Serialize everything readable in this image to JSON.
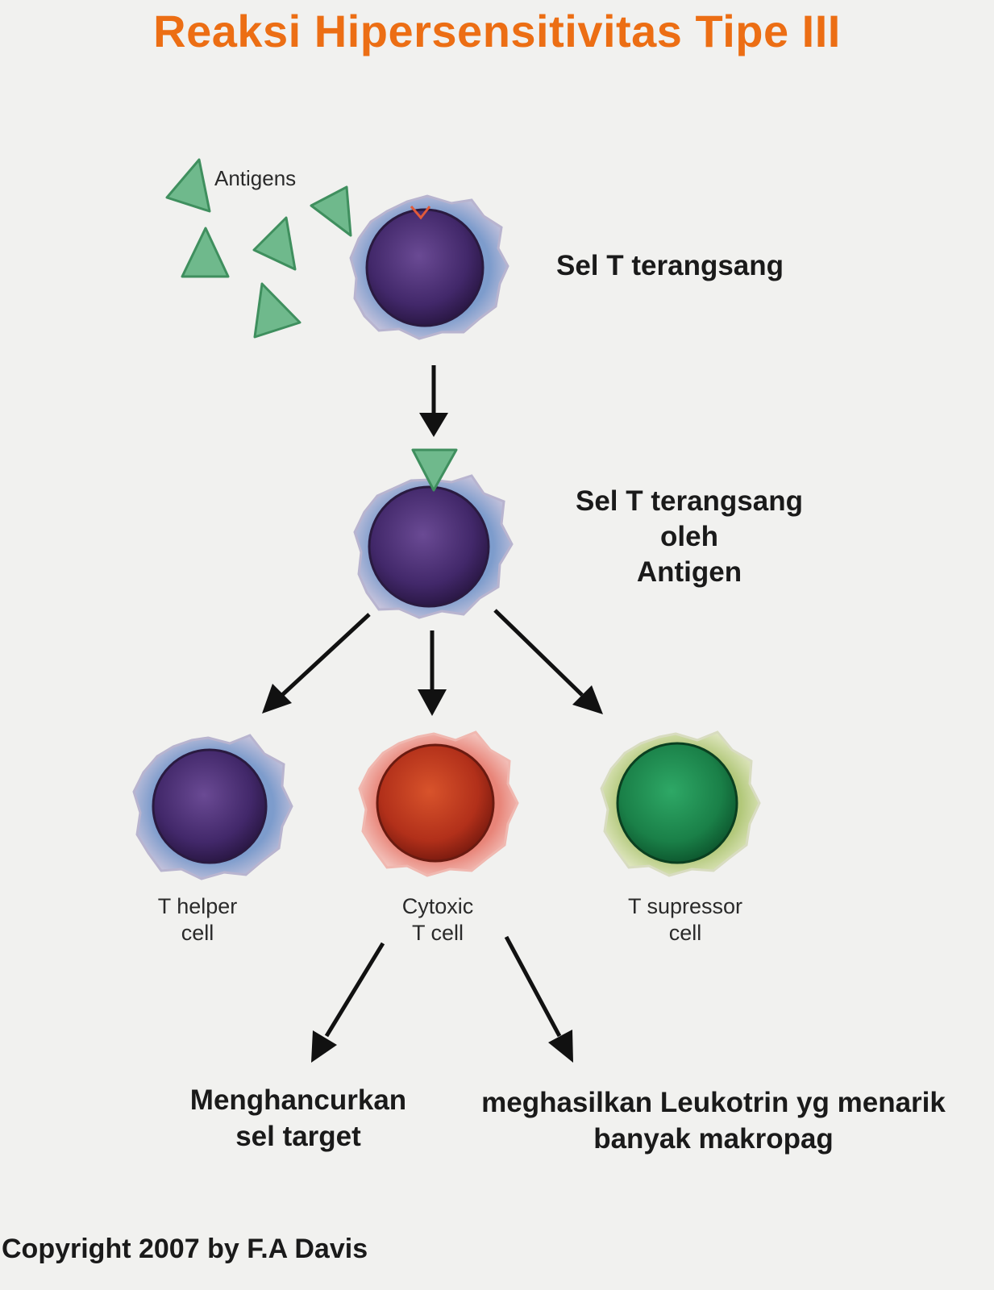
{
  "title": "Reaksi Hipersensitivitas Tipe III",
  "labels": {
    "antigens": "Antigens",
    "stimulated_t_cell": "Sel T terangsang",
    "stimulated_by_antigen": [
      "Sel T terangsang",
      "oleh",
      "Antigen"
    ],
    "t_helper": [
      "T helper",
      "cell"
    ],
    "cytotoxic": [
      "Cytoxic",
      "T cell"
    ],
    "t_suppressor": [
      "T supressor",
      "cell"
    ],
    "outcome_destroy": [
      "Menghancurkan",
      "sel target"
    ],
    "outcome_leukotriene": [
      "meghasilkan Leukotrin yg menarik",
      "banyak makropag"
    ]
  },
  "copyright": "Copyright 2007 by F.A Davis",
  "colors": {
    "title": "#ec6e14",
    "antigen": "#5fae7f",
    "t_cell_nucleus": "#4a3070",
    "cytotoxic_nucleus": "#b8331b",
    "suppressor_nucleus": "#1f8a4e"
  }
}
